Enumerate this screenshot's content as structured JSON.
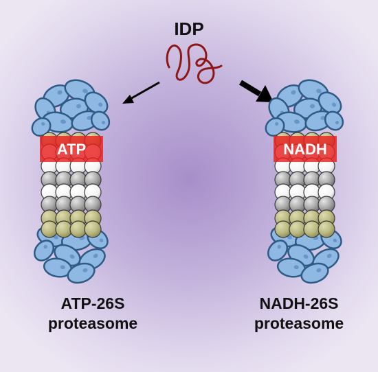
{
  "title": "IDP",
  "left": {
    "band_label": "ATP",
    "caption_line1": "ATP-26S",
    "caption_line2": "proteasome"
  },
  "right": {
    "band_label": "NADH",
    "caption_line1": "NADH-26S",
    "caption_line2": "proteasome"
  },
  "colors": {
    "background_center": "#a78ec9",
    "background_edge": "#ece6f3",
    "regulatory_cap": "#8fb8e2",
    "cap_outline": "#2e5a86",
    "alpha_ring": "#b9b880",
    "beta_ring_gray": "#a6a6a6",
    "beta_ring_white": "#ffffff",
    "highlight_band": "#e8201f",
    "idp_strand": "#8e1616",
    "arrow": "#000000"
  }
}
